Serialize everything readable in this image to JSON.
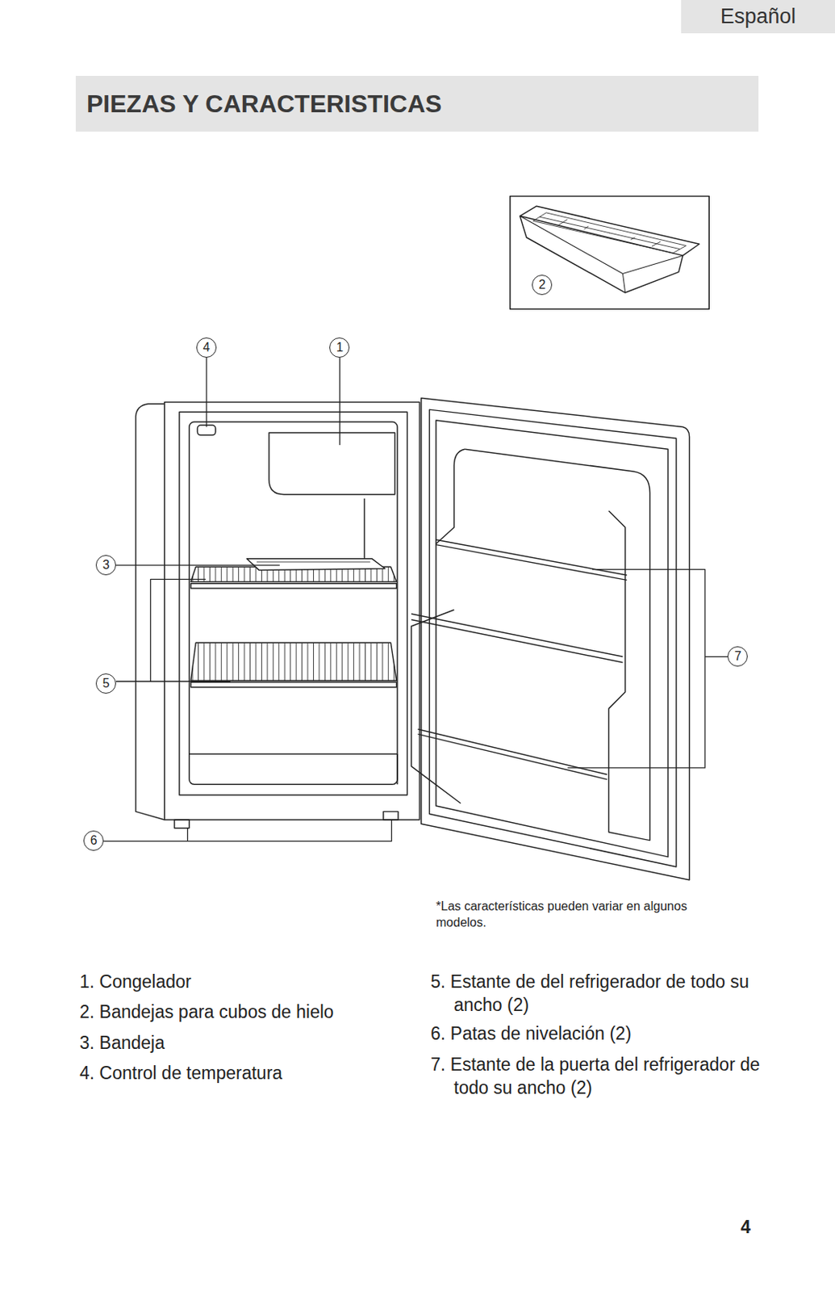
{
  "diagram": {
    "title": "PIEZAS Y CARACTERISTICAS",
    "nodes": [
      {
        "text": [
          "Español"
        ]
      },
      {
        "text": [
          "2"
        ]
      },
      {
        "text": [
          "4"
        ]
      },
      {
        "text": [
          "1"
        ]
      },
      {
        "text": [
          "3"
        ]
      },
      {
        "text": [
          "7"
        ]
      },
      {
        "text": [
          "5"
        ]
      },
      {
        "text": [
          "6"
        ]
      }
    ],
    "labels": [
      "*Las características pueden variar en algunos modelos.",
      "1. Congelador",
      "2. Bandejas para cubos de hielo",
      "3. Bandeja",
      "4. Control de temperatura",
      "5. Estante de del refrigerador de todo su ancho (2)",
      "6. Patas de nivelación (2)",
      "7. Estante de la puerta del refrigerador de todo su ancho (2)",
      "4"
    ]
  }
}
